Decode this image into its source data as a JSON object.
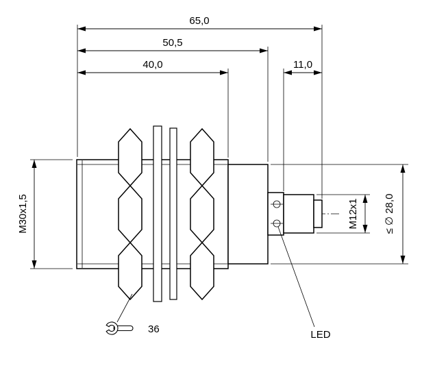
{
  "drawing": {
    "dimensions": {
      "total_length": "65,0",
      "body_length": "50,5",
      "thread_length": "40,0",
      "connector_length": "11,0"
    },
    "specs": {
      "housing_thread": "M30x1,5",
      "connector_thread": "M12x1",
      "max_diameter": "≤ ∅ 28,0",
      "wrench_size": "36"
    },
    "annotations": {
      "led": "LED"
    },
    "colors": {
      "line": "#000000",
      "background": "#ffffff"
    }
  }
}
